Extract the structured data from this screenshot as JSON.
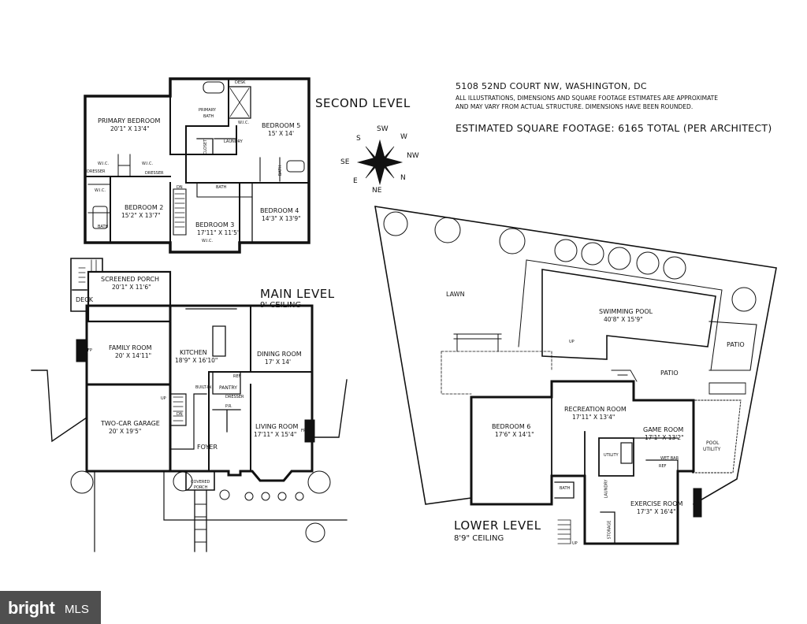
{
  "header": {
    "address": "5108 52ND COURT NW, WASHINGTON, DC",
    "disclaimer_line1": "ALL ILLUSTRATIONS, DIMENSIONS AND SQUARE FOOTAGE ESTIMATES ARE APPROXIMATE",
    "disclaimer_line2": "AND MAY VARY FROM ACTUAL STRUCTURE. DIMENSIONS HAVE BEEN ROUNDED.",
    "square_footage": "ESTIMATED SQUARE FOOTAGE: 6165 TOTAL (PER ARCHITECT)"
  },
  "compass": {
    "labels": [
      "S",
      "SW",
      "W",
      "NW",
      "N",
      "NE",
      "E",
      "SE"
    ]
  },
  "second_level": {
    "title": "SECOND LEVEL",
    "rooms": [
      {
        "name": "PRIMARY BEDROOM",
        "dim": "20'1\" X 13'4\""
      },
      {
        "name": "PRIMARY",
        "dim": "BATH"
      },
      {
        "name": "BEDROOM 5",
        "dim": "15' X 14'"
      },
      {
        "name": "BEDROOM 2",
        "dim": "15'2\" X 13'7\""
      },
      {
        "name": "BEDROOM 3",
        "dim": "17'11\" X 11'5\""
      },
      {
        "name": "BEDROOM 4",
        "dim": "14'3\" X 13'9\""
      }
    ],
    "labels": [
      "W.I.C.",
      "W.I.C.",
      "W.I.C.",
      "W.I.C.",
      "W.I.C.",
      "CLOSET",
      "LAUNDRY",
      "BATH",
      "BATH",
      "BATH",
      "DRESSER",
      "DRESSER",
      "DN",
      "DESK"
    ]
  },
  "main_level": {
    "title": "MAIN LEVEL",
    "ceiling": "9' CEILING",
    "rooms": [
      {
        "name": "SCREENED PORCH",
        "dim": "20'1\" X 11'6\""
      },
      {
        "name": "FAMILY ROOM",
        "dim": "20' X 14'11\""
      },
      {
        "name": "KITCHEN",
        "dim": "18'9\" X 16'10\""
      },
      {
        "name": "DINING ROOM",
        "dim": "17' X 14'"
      },
      {
        "name": "TWO-CAR GARAGE",
        "dim": "20' X 19'5\""
      },
      {
        "name": "LIVING ROOM",
        "dim": "17'11\" X 15'4\""
      }
    ],
    "labels": [
      "DECK",
      "FOYER",
      "PANTRY",
      "P.R.",
      "COVERED",
      "PORCH",
      "FP",
      "FP",
      "REF",
      "UP",
      "DN",
      "BUILT-IN",
      "DRESSER"
    ]
  },
  "lower_level": {
    "title": "LOWER LEVEL",
    "ceiling": "8'9\" CEILING",
    "rooms": [
      {
        "name": "SWIMMING POOL",
        "dim": "40'8\" X 15'9\""
      },
      {
        "name": "RECREATION ROOM",
        "dim": "17'11\" X 13'4\""
      },
      {
        "name": "BEDROOM 6",
        "dim": "17'6\" X 14'1\""
      },
      {
        "name": "GAME ROOM",
        "dim": "17'1\" X 13'2\""
      },
      {
        "name": "EXERCISE ROOM",
        "dim": "17'3\" X 16'4\""
      }
    ],
    "labels": [
      "LAWN",
      "PATIO",
      "PATIO",
      "POOL",
      "UTILITY",
      "UTILITY",
      "WET BAR",
      "REF",
      "BATH",
      "LAUNDRY",
      "STORAGE",
      "UP",
      "UP"
    ]
  },
  "watermark": {
    "brand": "bright",
    "suffix": "MLS"
  }
}
